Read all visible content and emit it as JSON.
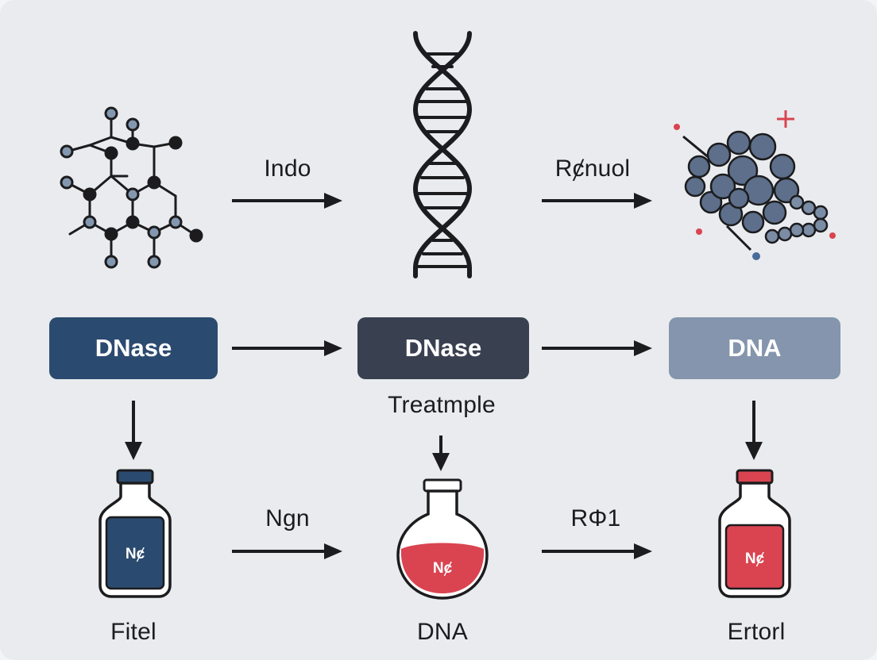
{
  "top_row": {
    "arrow1_label": "Indo",
    "arrow2_label": "Rȼnuol"
  },
  "middle_row": {
    "box1_label": "DNase",
    "box2_label": "DNase",
    "box3_label": "DNA",
    "box2_caption": "Treatmple",
    "colors": {
      "box1": "#2b4a6f",
      "box2": "#394050",
      "box3": "#8495ad"
    }
  },
  "bottom_row": {
    "arrow1_label": "Ngn",
    "arrow2_label": "RΦ1",
    "bottle1_label": "Nȼ",
    "flask_label": "Nȼ",
    "bottle3_label": "Nȼ",
    "caption1": "Fitel",
    "caption2": "DNA",
    "caption3": "Ertorl",
    "colors": {
      "navy": "#2b4a6f",
      "red": "#d94450"
    }
  },
  "icons": [
    "molecule-icon",
    "dna-helix-icon",
    "protein-icon",
    "bottle-icon",
    "flask-icon",
    "bottle-icon"
  ]
}
